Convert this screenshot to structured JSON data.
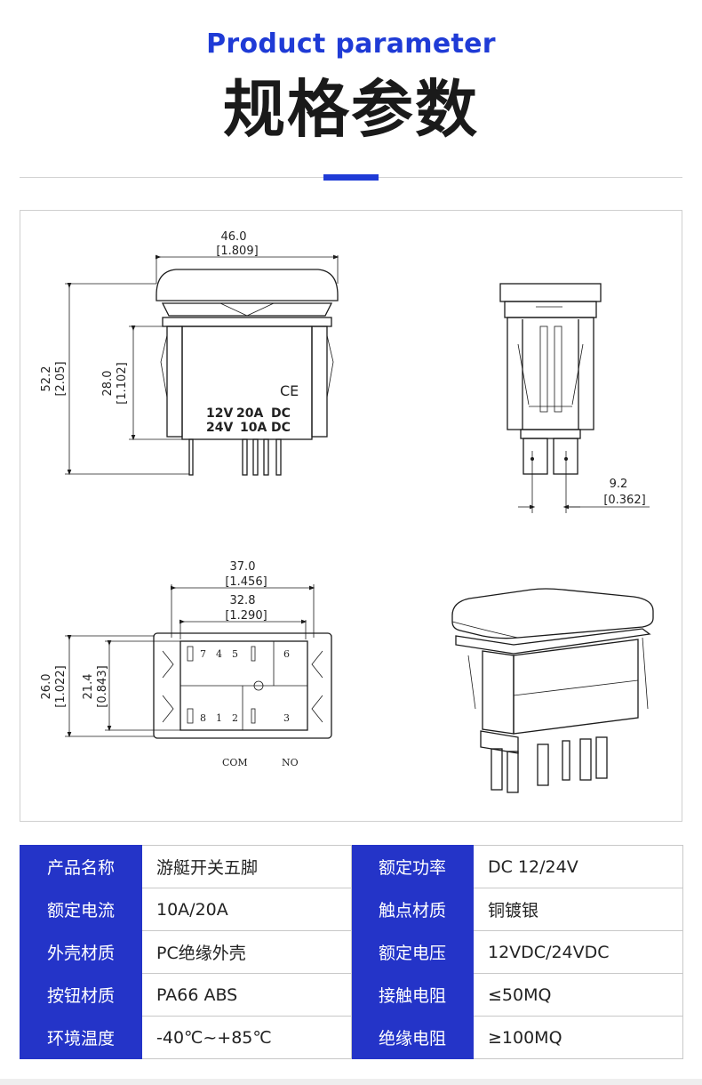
{
  "header": {
    "subtitle": "Product parameter",
    "title": "规格参数"
  },
  "drawing": {
    "front_view": {
      "width_mm": "46.0",
      "width_in": "[1.809]",
      "height_mm": "52.2",
      "height_in": "[2.05]",
      "body_mm": "28.0",
      "body_in": "[1.102]",
      "ce_mark": "CE",
      "rating_line1": [
        "12V",
        "20A",
        "DC"
      ],
      "rating_line2": [
        "24V",
        "10A",
        "DC"
      ]
    },
    "side_view": {
      "pitch_mm": "9.2",
      "pitch_in": "[0.362]"
    },
    "bottom_view": {
      "outer_mm": "37.0",
      "outer_in": "[1.456]",
      "inner_mm": "32.8",
      "inner_in": "[1.290]",
      "height_mm": "26.0",
      "height_in": "[1.022]",
      "inner_height_mm": "21.4",
      "inner_height_in": "[0.843]",
      "pin_labels": [
        "7",
        "4",
        "5",
        "6",
        "8",
        "1",
        "2",
        "3"
      ],
      "com_label": "COM",
      "no_label": "NO"
    }
  },
  "specs": {
    "rows": [
      {
        "l1": "产品名称",
        "v1": "游艇开关五脚",
        "l2": "额定功率",
        "v2": "DC 12/24V"
      },
      {
        "l1": "额定电流",
        "v1": "10A/20A",
        "l2": "触点材质",
        "v2": "铜镀银"
      },
      {
        "l1": "外壳材质",
        "v1": "PC绝缘外壳",
        "l2": "额定电压",
        "v2": "12VDC/24VDC"
      },
      {
        "l1": "按钮材质",
        "v1": "PA66 ABS",
        "l2": "接触电阻",
        "v2": "≤50MQ"
      },
      {
        "l1": "环境温度",
        "v1": "-40℃~+85℃",
        "l2": "绝缘电阻",
        "v2": "≥100MQ"
      }
    ]
  }
}
